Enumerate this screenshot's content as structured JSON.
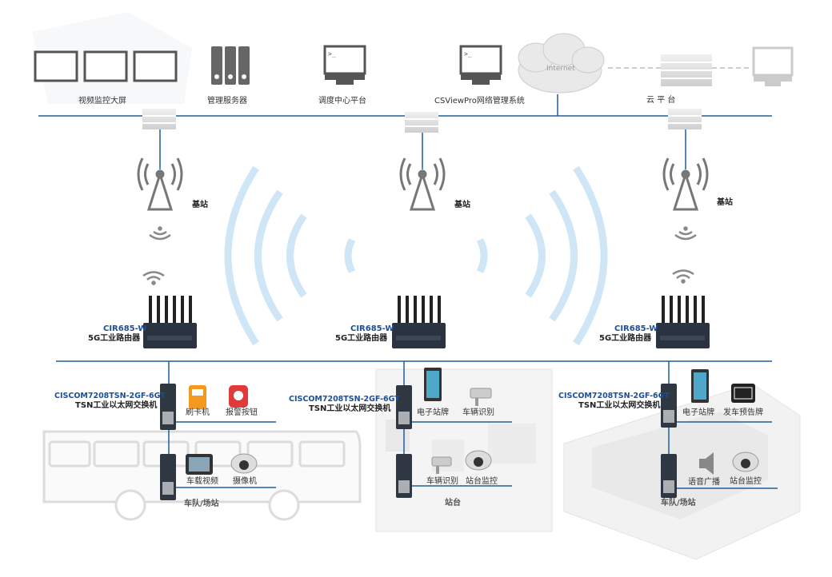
{
  "top": {
    "video_wall": "视频监控大屏",
    "mgmt_server": "管理服务器",
    "dispatch_platform": "调度中心平台",
    "nms": "CSViewPro网络管理系统",
    "internet": "Internet",
    "cloud_platform": "云  平  台"
  },
  "base_station_label": "基站",
  "router": {
    "model": "CIR685-W",
    "name": "5G工业路由器"
  },
  "switch": {
    "model": "CISCOM7208TSN-2GF-6GT",
    "name": "TSN工业以太网交换机"
  },
  "devices": {
    "card_reader": "刷卡机",
    "alarm_button": "报警按钮",
    "vehicle_video": "车载视频",
    "camera": "摄像机",
    "e_sign": "电子站牌",
    "vehicle_recog": "车辆识别",
    "station_monitor": "站台监控",
    "departure_board": "发车预告牌",
    "voice_broadcast": "语音广播"
  },
  "sites": {
    "depot": "车队/场站",
    "platform": "站台"
  },
  "colors": {
    "line": "#1f5e9e",
    "accent_blue": "#1a4f9c",
    "wave": "#cfe6f7"
  }
}
